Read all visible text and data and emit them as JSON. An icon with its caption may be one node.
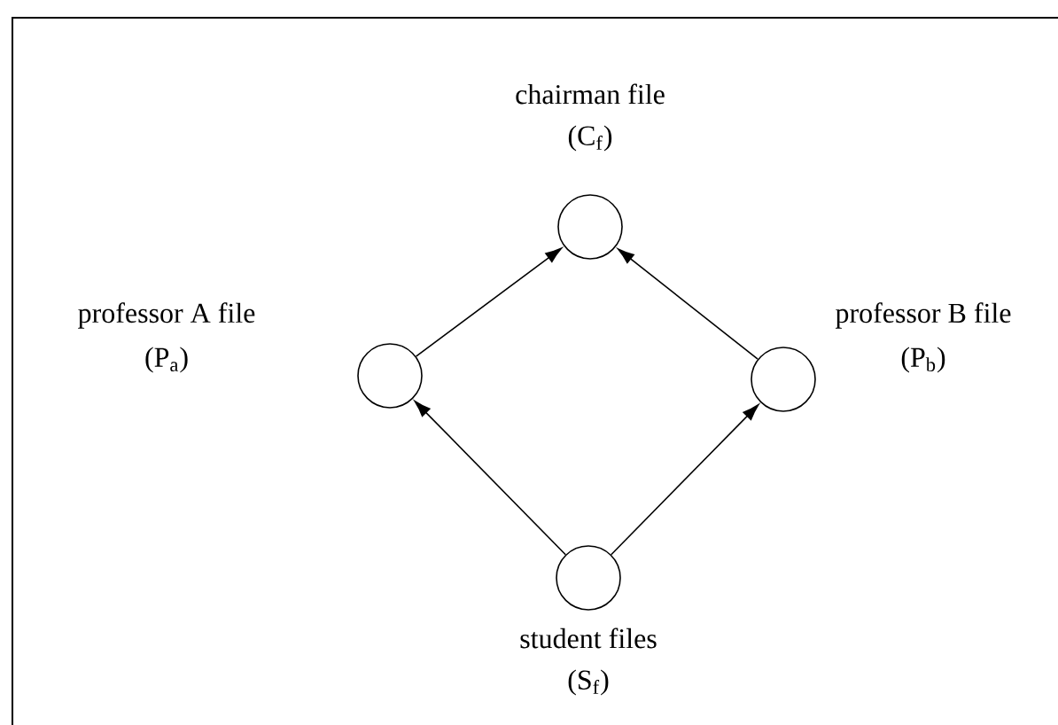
{
  "diagram": {
    "nodes": [
      {
        "text": [],
        "shape": "circle",
        "beside": [
          "chairman file",
          "(C$_{f}$)"
        ]
      },
      {
        "text": [],
        "shape": "circle",
        "beside": [
          "professor A file",
          "(P$_{a}$)"
        ]
      },
      {
        "text": [],
        "shape": "circle",
        "beside": [
          "professor B file",
          "(P$_{b}$)"
        ]
      },
      {
        "text": [],
        "shape": "circle",
        "beside": [
          "student files",
          "(S$_{f}$)"
        ]
      }
    ],
    "edges": [
      {
        "from": 1,
        "to": 0,
        "arrow": "to"
      },
      {
        "from": 2,
        "to": 0,
        "arrow": "to"
      },
      {
        "from": 3,
        "to": 1,
        "arrow": "to"
      },
      {
        "from": 3,
        "to": 2,
        "arrow": "to"
      }
    ]
  }
}
